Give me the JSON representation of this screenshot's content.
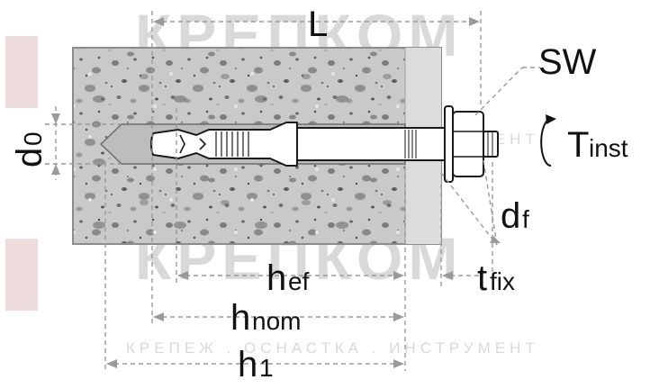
{
  "watermark": {
    "brand": "КРЕПКОМ",
    "tagline": "КРЕПЕЖ . ОСНАСТКА . ИНСТРУМЕНТ"
  },
  "labels": {
    "L": "L",
    "SW": "SW",
    "d0_main": "d",
    "d0_sub": "0",
    "tinst_main": "T",
    "tinst_sub": "inst",
    "df_main": "d",
    "df_sub": "f",
    "hef_main": "h",
    "hef_sub": "ef",
    "tfix_main": "t",
    "tfix_sub": "fix",
    "hnom_main": "h",
    "hnom_sub": "nom",
    "h1_main": "h",
    "h1_sub": "1"
  },
  "colors": {
    "concrete": "#c4c4c4",
    "fixture": "#dcdcdc",
    "outline": "#8c8c8c",
    "dimension": "#9a9a9a",
    "bolt_outline": "#1a1a1a",
    "watermark": "#d9d9d9"
  }
}
